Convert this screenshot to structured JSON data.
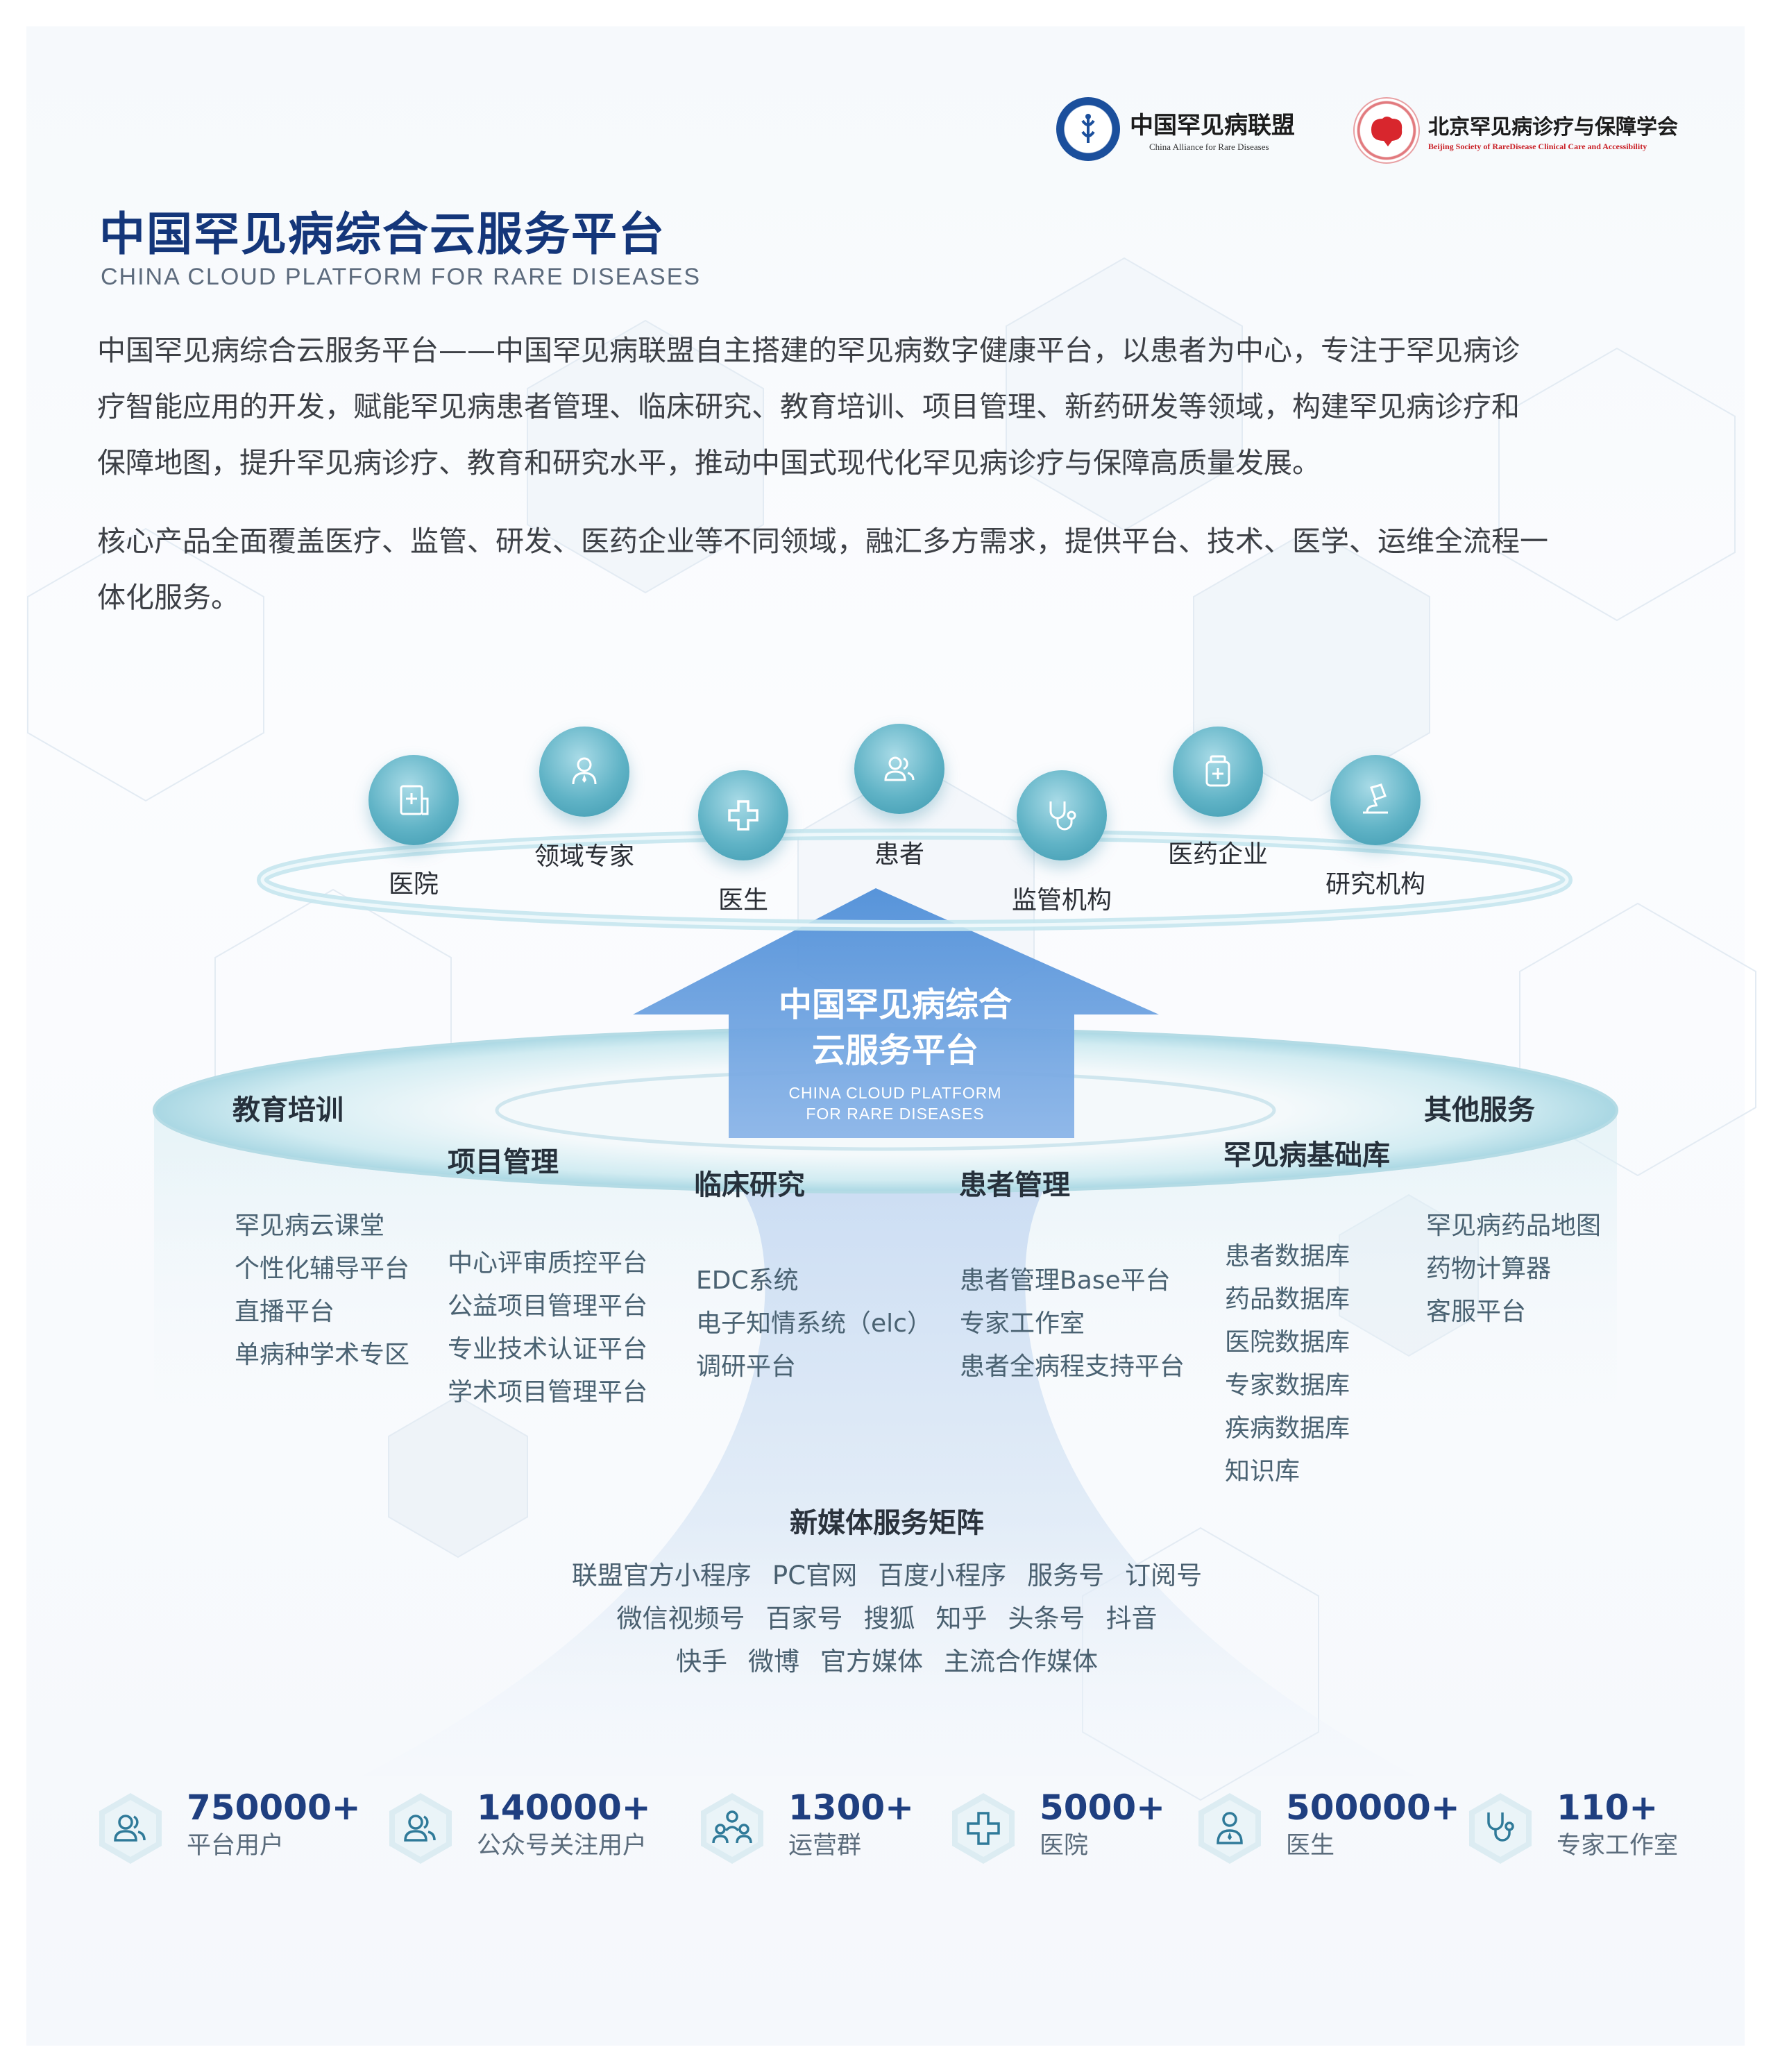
{
  "logos": {
    "alliance": {
      "cn": "中国罕见病联盟",
      "en": "China Alliance for Rare Diseases"
    },
    "society": {
      "cn": "北京罕见病诊疗与保障学会",
      "en": "Beijing Society of RareDisease Clinical Care and Accessibility"
    }
  },
  "header": {
    "title": "中国罕见病综合云服务平台",
    "subtitle": "CHINA CLOUD PLATFORM FOR RARE DISEASES"
  },
  "intro": {
    "p1_l1": "中国罕见病综合云服务平台——中国罕见病联盟自主搭建的罕见病数字健康平台，以患者为中心，专注于罕见病诊",
    "p1_l2": "疗智能应用的开发，赋能罕见病患者管理、临床研究、教育培训、项目管理、新药研发等领域，构建罕见病诊疗和",
    "p1_l3": "保障地图，提升罕见病诊疗、教育和研究水平，推动中国式现代化罕见病诊疗与保障高质量发展。",
    "p2_l1": "核心产品全面覆盖医疗、监管、研发、医药企业等不同领域，融汇多方需求，提供平台、技术、医学、运维全流程一",
    "p2_l2": "体化服务。"
  },
  "nodes": [
    {
      "label": "医院",
      "icon": "hospital-icon"
    },
    {
      "label": "领域专家",
      "icon": "expert-icon"
    },
    {
      "label": "医生",
      "icon": "medical-cross-icon"
    },
    {
      "label": "患者",
      "icon": "patients-icon"
    },
    {
      "label": "监管机构",
      "icon": "stethoscope-icon"
    },
    {
      "label": "医药企业",
      "icon": "medicine-bottle-icon"
    },
    {
      "label": "研究机构",
      "icon": "microscope-icon"
    }
  ],
  "platform": {
    "cn_l1": "中国罕见病综合",
    "cn_l2": "云服务平台",
    "en_l1": "CHINA CLOUD PLATFORM",
    "en_l2": "FOR RARE DISEASES"
  },
  "categories": {
    "education": {
      "title": "教育培训",
      "items": [
        "罕见病云课堂",
        "个性化辅导平台",
        "直播平台",
        "单病种学术专区"
      ]
    },
    "project": {
      "title": "项目管理",
      "items": [
        "中心评审质控平台",
        "公益项目管理平台",
        "专业技术认证平台",
        "学术项目管理平台"
      ]
    },
    "clinical": {
      "title": "临床研究",
      "items": [
        "EDC系统",
        "电子知情系统（elc）",
        "调研平台"
      ]
    },
    "patient": {
      "title": "患者管理",
      "items": [
        "患者管理Base平台",
        "专家工作室",
        "患者全病程支持平台"
      ]
    },
    "database": {
      "title": "罕见病基础库",
      "items": [
        "患者数据库",
        "药品数据库",
        "医院数据库",
        "专家数据库",
        "疾病数据库",
        "知识库"
      ]
    },
    "other": {
      "title": "其他服务",
      "items": [
        "罕见病药品地图",
        "药物计算器",
        "客服平台"
      ]
    }
  },
  "media": {
    "title": "新媒体服务矩阵",
    "row1": [
      "联盟官方小程序",
      "PC官网",
      "百度小程序",
      "服务号",
      "订阅号"
    ],
    "row2": [
      "微信视频号",
      "百家号",
      "搜狐",
      "知乎",
      "头条号",
      "抖音"
    ],
    "row3": [
      "快手",
      "微博",
      "官方媒体",
      "主流合作媒体"
    ]
  },
  "stats": [
    {
      "value": "750000+",
      "label": "平台用户",
      "icon": "users-icon"
    },
    {
      "value": "140000+",
      "label": "公众号关注用户",
      "icon": "users-icon"
    },
    {
      "value": "1300+",
      "label": "运营群",
      "icon": "group-icon"
    },
    {
      "value": "5000+",
      "label": "医院",
      "icon": "medical-cross-icon"
    },
    {
      "value": "500000+",
      "label": "医生",
      "icon": "doctor-icon"
    },
    {
      "value": "110+",
      "label": "专家工作室",
      "icon": "stethoscope-icon"
    }
  ],
  "colors": {
    "title": "#14367a",
    "stat_number": "#1f3f80",
    "node_teal": "#4aa7bd",
    "arrow_blue": "#5b97da",
    "alliance_blue": "#1b4f9c",
    "society_red": "#c92026"
  }
}
